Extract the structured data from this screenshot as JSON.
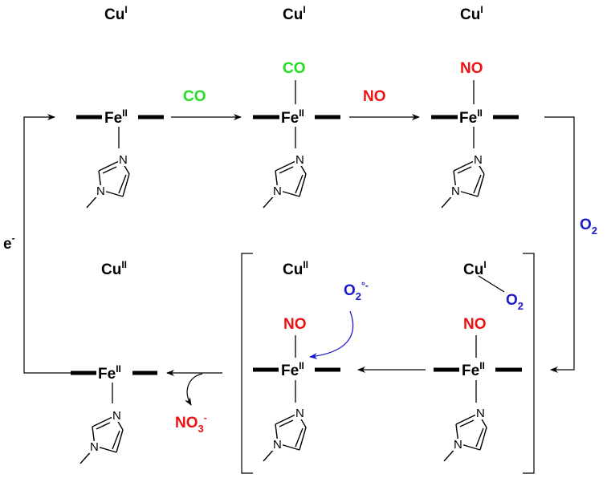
{
  "colors": {
    "black": "#000000",
    "co_green": "#22dd22",
    "no_red": "#ee1111",
    "o2_blue": "#1a1acc"
  },
  "labels": {
    "cu": "Cu",
    "fe": "Fe",
    "ox_I": "I",
    "ox_II": "II",
    "co": "CO",
    "no": "NO",
    "o": "O",
    "two": "2",
    "superoxide_mark": "°-",
    "nitrate_main": "NO",
    "three": "3",
    "minus": "-",
    "electron": "e",
    "n": "N"
  },
  "icons": {
    "imidazole": "imidazole-ring-icon",
    "arrow": "reaction-arrow-icon",
    "bracket": "bracket-icon"
  }
}
